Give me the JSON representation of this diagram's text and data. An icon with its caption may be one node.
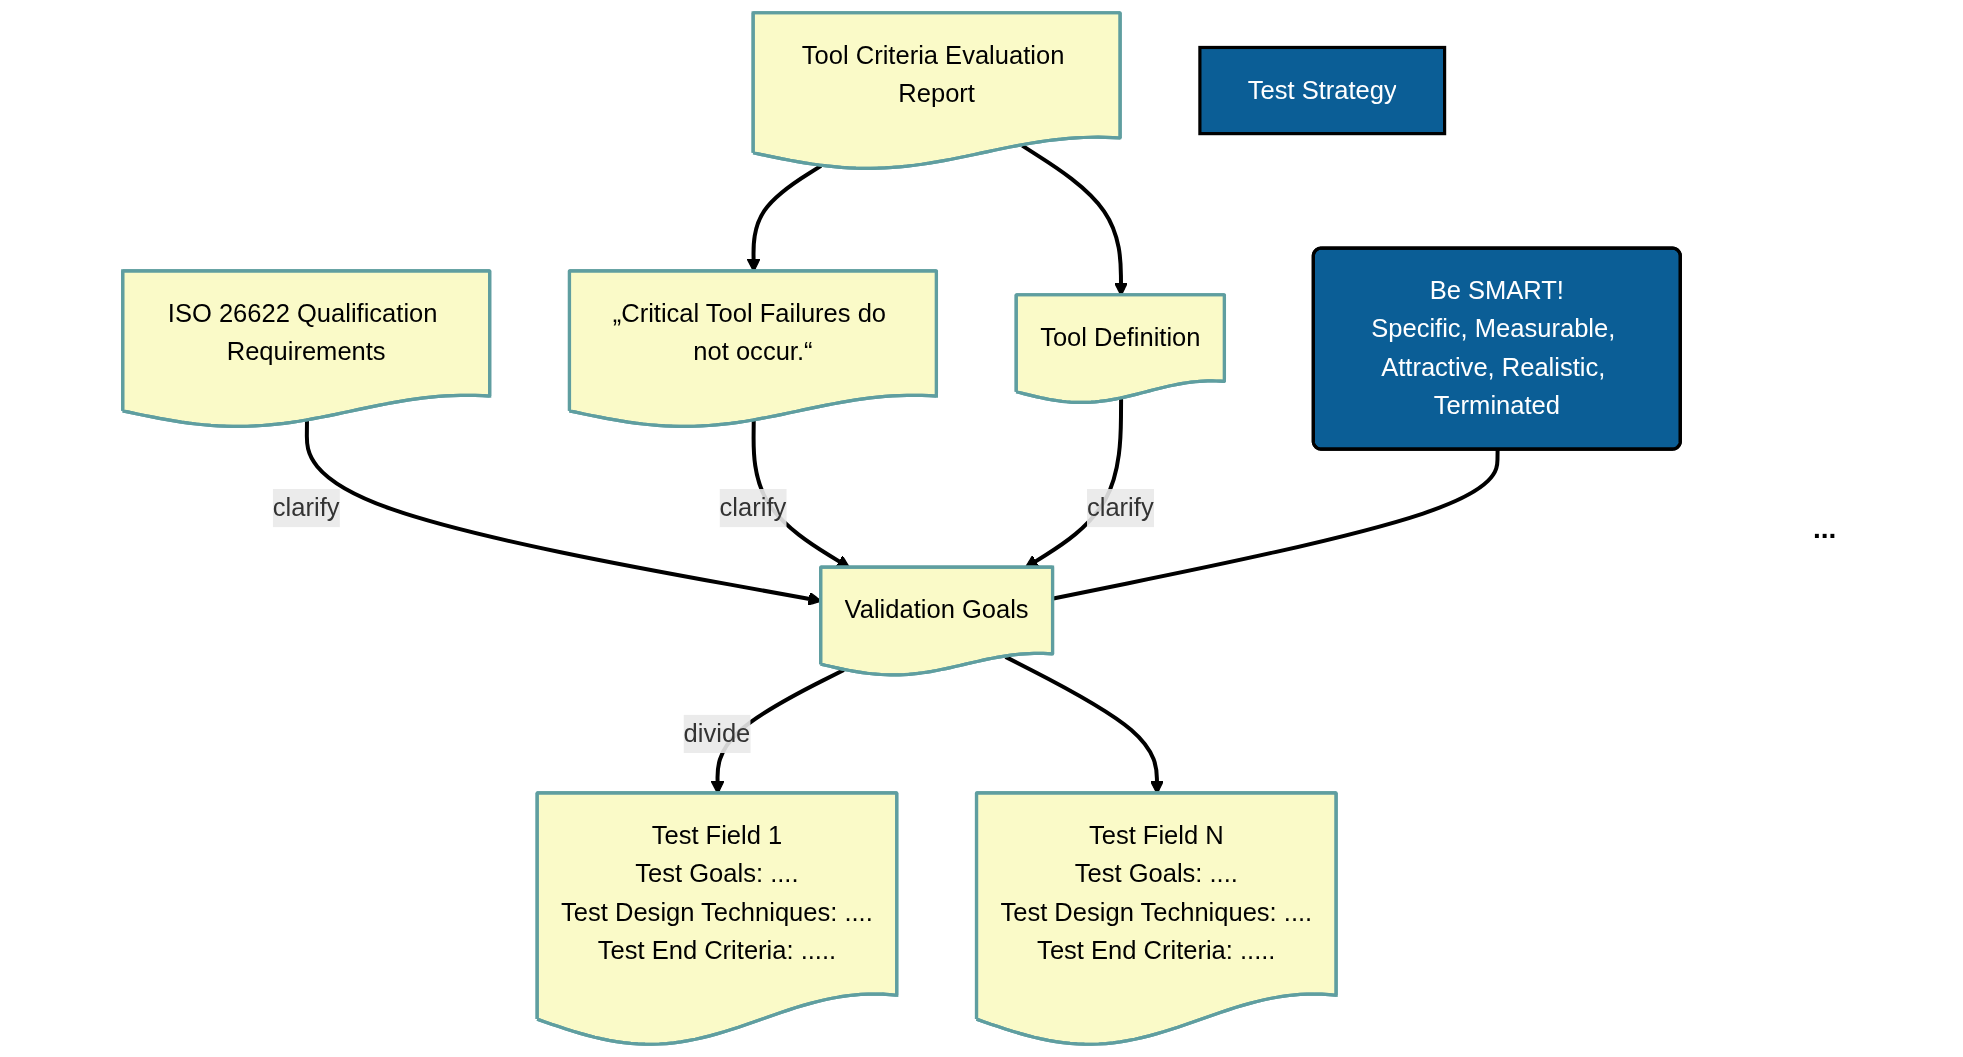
{
  "diagram": {
    "nodes": [
      {
        "text": [
          "Tool Criteria Evaluation Report"
        ]
      },
      {
        "text": [
          "Tool Definition"
        ]
      },
      {
        "text": [
          "ISO 26622 Qualification Requirements"
        ]
      },
      {
        "text": [
          "„Critical Tool Failures do not occur.“"
        ]
      },
      {
        "text": [
          "Validation Goals"
        ]
      },
      {
        "text": [
          "Test Field 1",
          "Test Goals: ....",
          "Test Design Techniques: ....",
          "Test End Criteria: ....."
        ]
      },
      {
        "text": [
          "Test Field N",
          "Test Goals: ....",
          "Test Design Techniques: ....",
          "Test End Criteria: ....."
        ]
      },
      {
        "text": [
          "Be SMART!",
          "Specific, Measurable, Attractive, Realistic, Terminated"
        ]
      },
      {
        "text": [
          "Test Strategy"
        ]
      }
    ],
    "edges": [
      {
        "from": 0,
        "to": 1,
        "arrow": "to"
      },
      {
        "from": 0,
        "to": 3,
        "arrow": "to"
      },
      {
        "from": 2,
        "to": 4,
        "arrow": "to",
        "label": "clarify"
      },
      {
        "from": 3,
        "to": 4,
        "arrow": "to",
        "label": "clarify"
      },
      {
        "from": 1,
        "to": 4,
        "arrow": "to",
        "label": "clarify"
      },
      {
        "from": 4,
        "to": 5,
        "arrow": "to",
        "label": "divide"
      },
      {
        "from": 4,
        "to": 6,
        "arrow": "to"
      },
      {
        "from": 7,
        "to": 4,
        "arrow": "none"
      }
    ],
    "labels": [
      "..."
    ]
  }
}
